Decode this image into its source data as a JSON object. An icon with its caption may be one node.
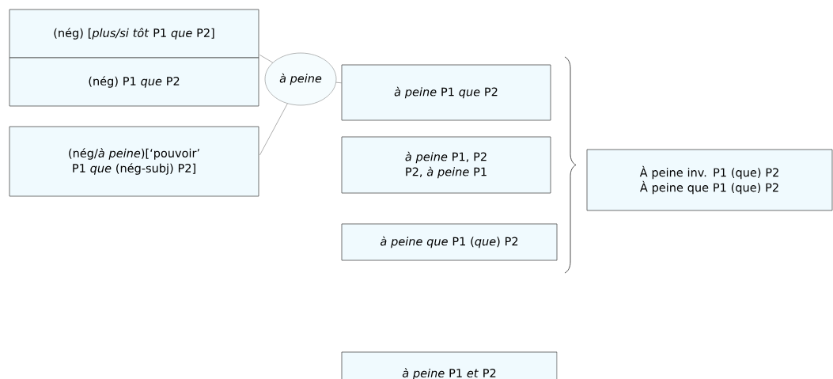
{
  "diagram": {
    "nodes": [
      {
        "text": [
          "(nég) [*plus/si tôt* P1 *que* P2]"
        ]
      },
      {
        "text": [
          "(nég) P1 *que* P2"
        ]
      },
      {
        "text": [
          "(nég/*à peine*)[‘pouvoir’ P1 *que* (nég-subj) P2]"
        ]
      },
      {
        "text": [
          "*à peine*"
        ]
      },
      {
        "text": [
          "*à peine* P1 *que* P2"
        ]
      },
      {
        "text": [
          "*à peine* P1, P2",
          "P2, *à peine* P1"
        ]
      },
      {
        "text": [
          "*à peine que* P1 (*que*) P2"
        ]
      },
      {
        "text": [
          "À peine inv. P1 (que) P2",
          "À peine que P1 (que) P2"
        ]
      },
      {
        "text": [
          "*à peine* P1 *et* P2"
        ]
      }
    ],
    "edges": [
      {
        "from": 0,
        "to": 3,
        "arrow": "none"
      },
      {
        "from": 2,
        "to": 3,
        "arrow": "none"
      },
      {
        "from": 3,
        "to": 4,
        "arrow": "none"
      }
    ]
  }
}
